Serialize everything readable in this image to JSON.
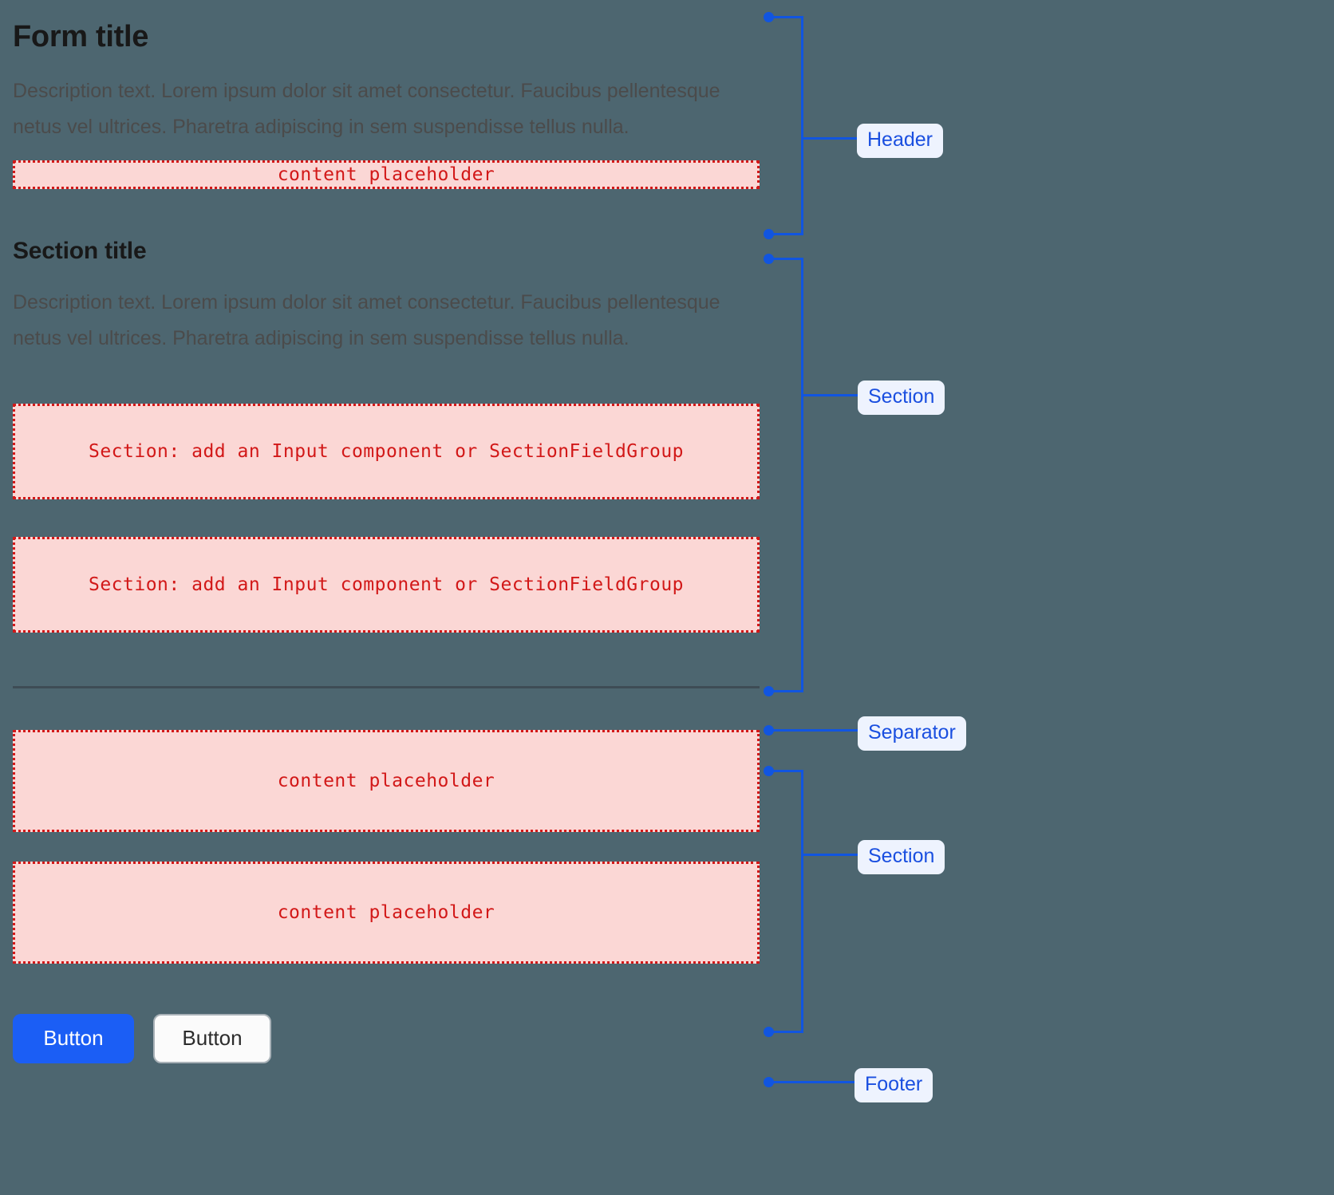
{
  "theme": {
    "page_background": "#4d6670",
    "placeholder_fill": "#fbd7d5",
    "placeholder_border": "#d21818",
    "placeholder_text": "#d21818",
    "annotation_blue": "#1155e0",
    "annotation_label_bg": "#eef3fe",
    "primary_button_bg": "#1b5ef5",
    "separator_color": "#3e4c55",
    "title_color": "#181818",
    "description_color": "#4b4b4b"
  },
  "form": {
    "header": {
      "title": "Form title",
      "description": "Description text. Lorem ipsum dolor sit amet consectetur. Faucibus pellentesque netus vel ultrices. Pharetra adipiscing in sem suspendisse tellus nulla.",
      "placeholder": "content placeholder"
    },
    "section_one": {
      "title": "Section title",
      "description": "Description text. Lorem ipsum dolor sit amet consectetur. Faucibus pellentesque netus vel ultrices. Pharetra adipiscing in sem suspendisse tellus nulla.",
      "placeholders": [
        "Section: add an Input component or SectionFieldGroup",
        "Section: add an Input component or SectionFieldGroup"
      ]
    },
    "section_two": {
      "placeholders": [
        "content placeholder",
        "content placeholder"
      ]
    },
    "footer": {
      "primary_button": "Button",
      "secondary_button": "Button"
    }
  },
  "annotations": {
    "header": "Header",
    "section_one": "Section",
    "separator": "Separator",
    "section_two": "Section",
    "footer": "Footer"
  }
}
